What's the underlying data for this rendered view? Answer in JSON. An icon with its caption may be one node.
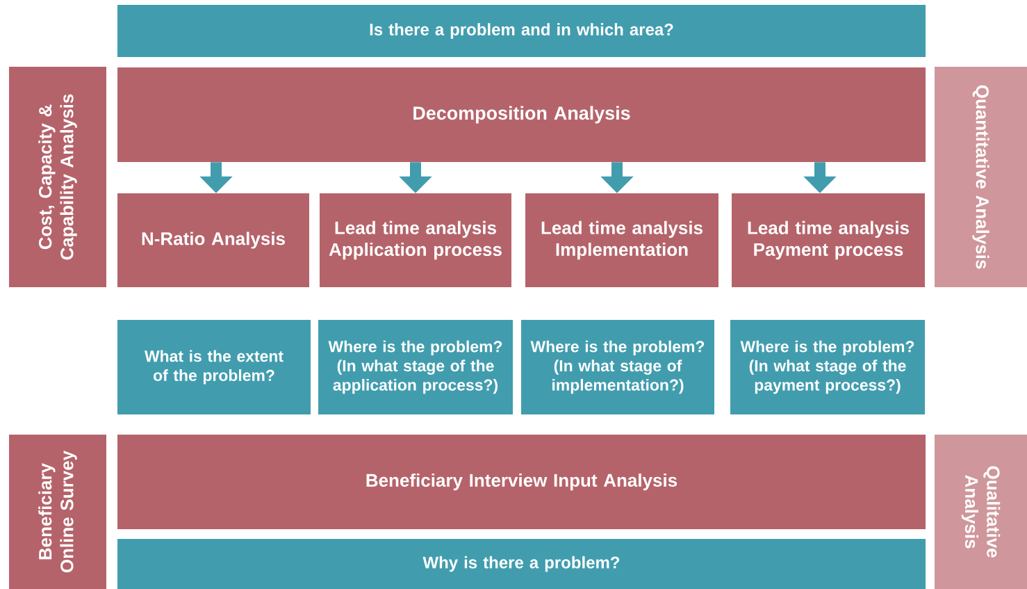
{
  "diagram": {
    "nodes": [
      {
        "text": [
          "Is there a problem and in which area?"
        ]
      },
      {
        "text": [
          "Cost, Capacity & Capability Analysis"
        ]
      },
      {
        "text": [
          "Decomposition Analysis"
        ]
      },
      {
        "text": [
          "Quantitative Analysis"
        ]
      },
      {
        "text": [
          "N-Ratio Analysis"
        ]
      },
      {
        "text": [
          "Lead time analysis Application process"
        ]
      },
      {
        "text": [
          "Lead time analysis Implementation"
        ]
      },
      {
        "text": [
          "Lead time analysis Payment process"
        ]
      },
      {
        "text": [
          "What is the extent of the problem?"
        ]
      },
      {
        "text": [
          "Where is the problem? (In what stage of the application process?)"
        ]
      },
      {
        "text": [
          "Where is the problem? (In what stage of implementation?)"
        ]
      },
      {
        "text": [
          "Where is the problem? (In what stage of the payment process?)"
        ]
      },
      {
        "text": [
          "Beneficiary Online Survey"
        ]
      },
      {
        "text": [
          "Beneficiary Interview Input Analysis"
        ]
      },
      {
        "text": [
          "Qualitative Analysis"
        ]
      },
      {
        "text": [
          "Why is there a problem?"
        ]
      }
    ],
    "edges": [
      {
        "from": 2,
        "to": 4,
        "arrow": "to"
      },
      {
        "from": 2,
        "to": 5,
        "arrow": "to"
      },
      {
        "from": 2,
        "to": 6,
        "arrow": "to"
      },
      {
        "from": 2,
        "to": 7,
        "arrow": "to"
      }
    ]
  }
}
